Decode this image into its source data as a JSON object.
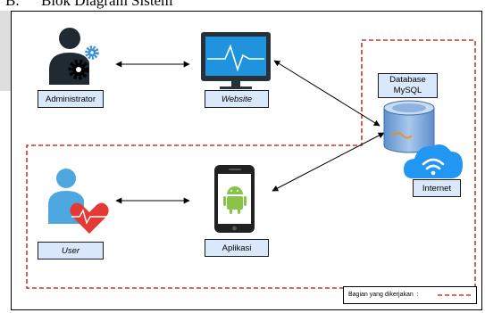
{
  "caption": {
    "number": "B.",
    "title": "Blok Diagram Sistem"
  },
  "nodes": {
    "administrator": "Administrator",
    "website": "Website",
    "database": "Database MySQL",
    "user": "User",
    "aplikasi": "Aplikasi",
    "internet": "Internet"
  },
  "legend": {
    "label": "Bagian yang dikerjakan",
    "separator": ":"
  },
  "colors": {
    "label_fill": "#dae8fc",
    "dashed_region": "#c0392b",
    "admin_figure": "#1f2a33",
    "gear_blue": "#3b8fd8",
    "user_figure": "#4da8e0",
    "heart_red": "#e53935",
    "monitor_screen": "#1f93dd",
    "phone_green": "#8bc34a",
    "db_cylinder": "#6f9ed6",
    "cloud_blue": "#2196f3"
  },
  "icons": [
    "administrator-icon",
    "monitor-icon",
    "database-icon",
    "user-health-icon",
    "smartphone-android-icon",
    "cloud-wifi-icon"
  ]
}
